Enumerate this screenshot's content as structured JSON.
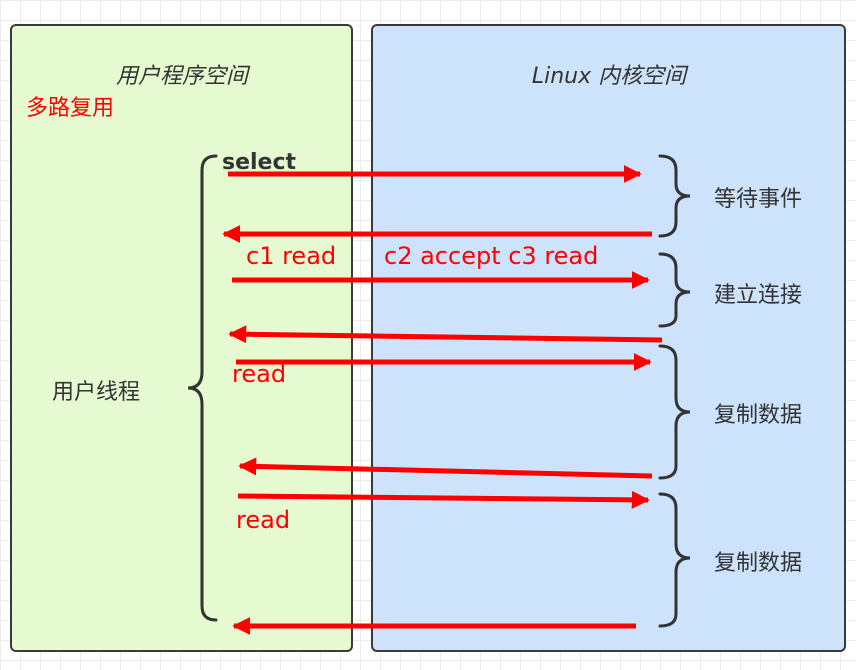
{
  "colors": {
    "user_panel_bg": "#e6fad2",
    "kernel_panel_bg": "#cce3fb",
    "arrow": "#ff0000",
    "brace": "#333333",
    "red_text": "#ff0000"
  },
  "user_space": {
    "title": "用户程序空间",
    "subtitle": "多路复用",
    "thread_label": "用户线程"
  },
  "kernel_space": {
    "title": "Linux 内核空间",
    "phases": [
      "等待事件",
      "建立连接",
      "复制数据",
      "复制数据"
    ]
  },
  "call_labels": {
    "select": "select",
    "c1_read": "c1 read",
    "c2_accept_c3_read": "c2 accept c3 read",
    "read_1": "read",
    "read_2": "read"
  },
  "arrows": [
    {
      "direction": "to-kernel"
    },
    {
      "direction": "to-user"
    },
    {
      "direction": "to-kernel"
    },
    {
      "direction": "to-user"
    },
    {
      "direction": "to-kernel"
    },
    {
      "direction": "to-user"
    },
    {
      "direction": "to-kernel"
    },
    {
      "direction": "to-user"
    }
  ]
}
